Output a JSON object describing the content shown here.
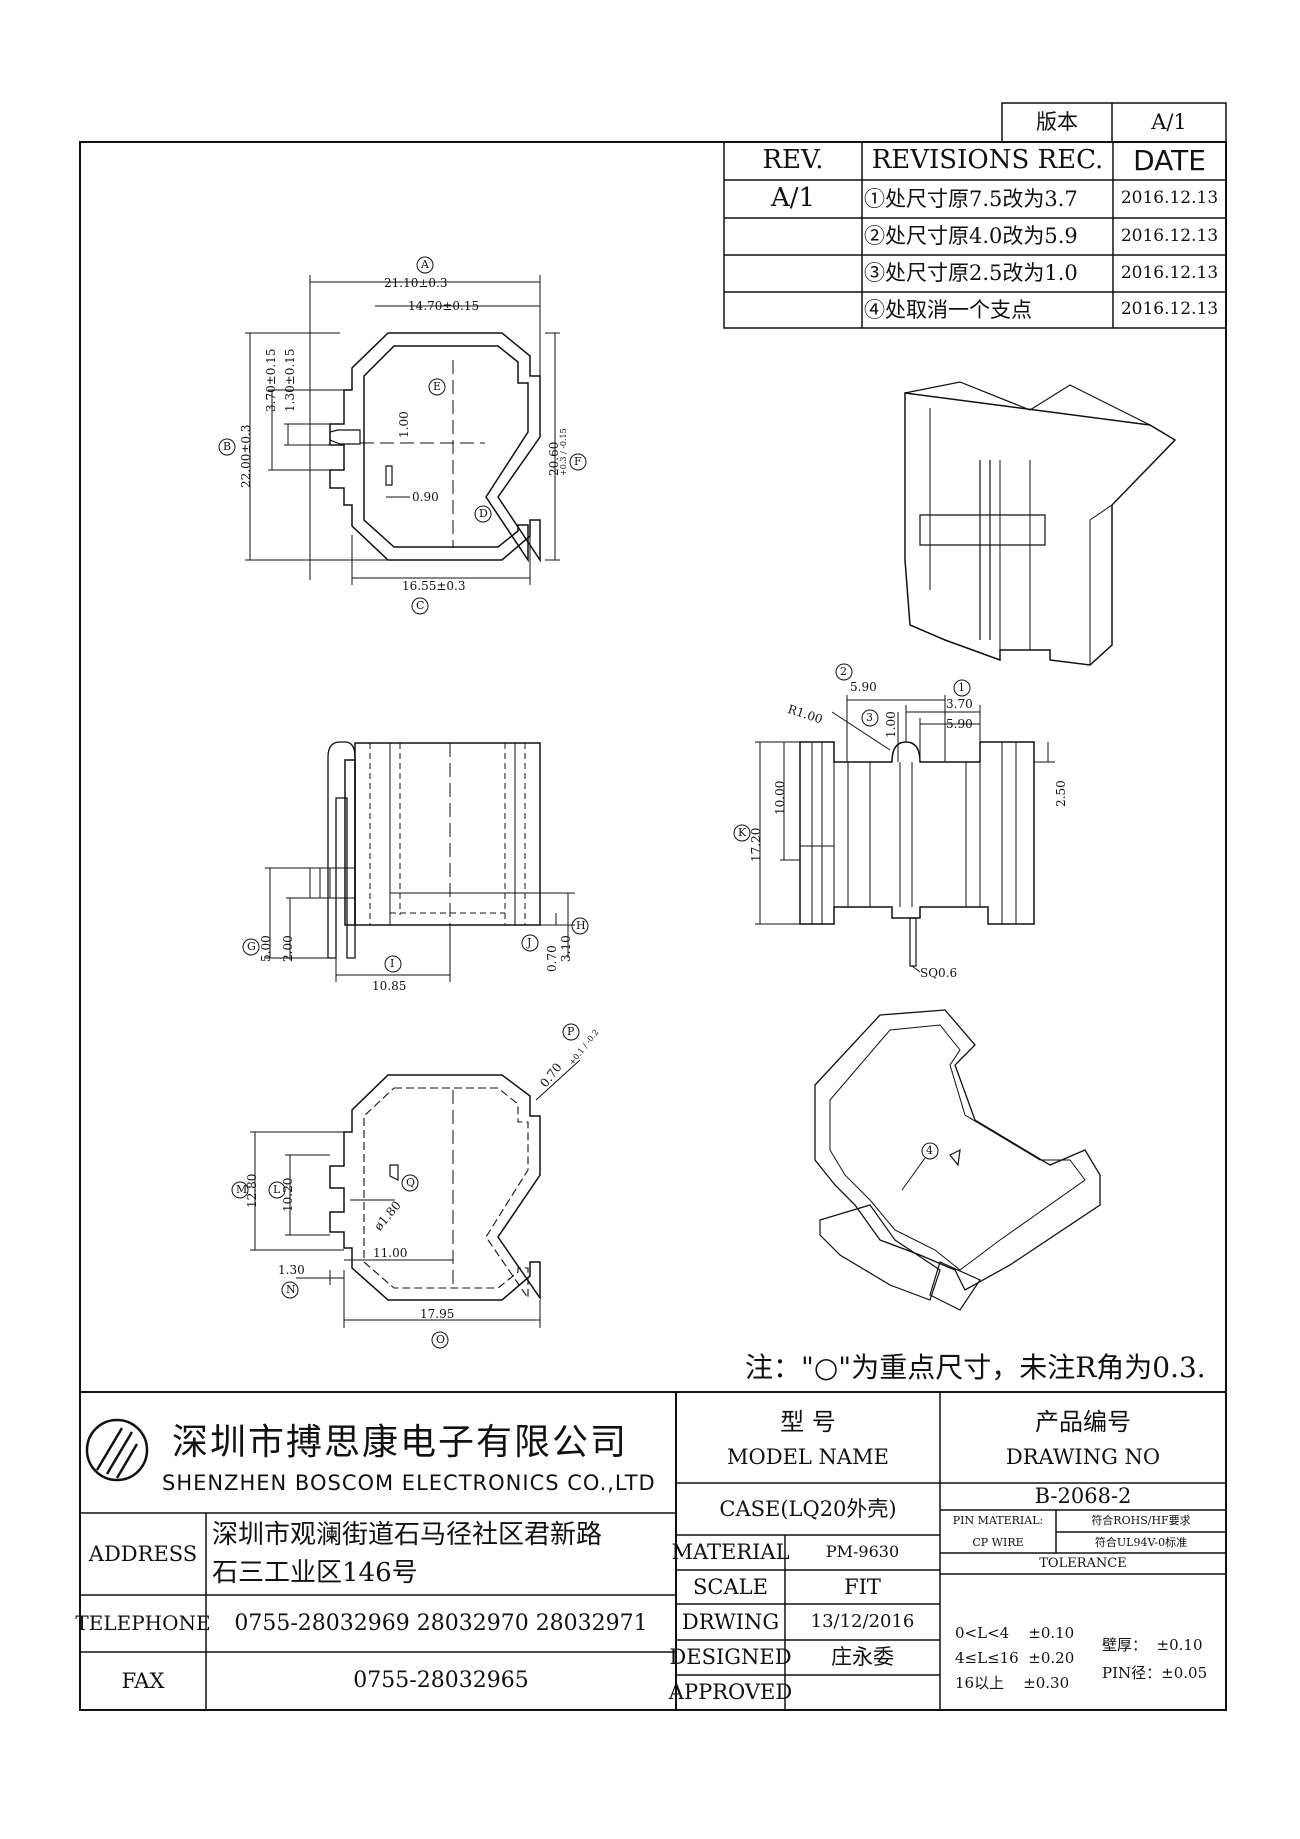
{
  "version_box": {
    "label": "版本",
    "value": "A/1"
  },
  "revisions": {
    "headers": {
      "rev": "REV.",
      "rec": "REVISIONS REC.",
      "date": "DATE"
    },
    "rev_value": "A/1",
    "rows": [
      {
        "rec": "①处尺寸原7.5改为3.7",
        "date": "2016.12.13"
      },
      {
        "rec": "②处尺寸原4.0改为5.9",
        "date": "2016.12.13"
      },
      {
        "rec": "③处尺寸原2.5改为1.0",
        "date": "2016.12.13"
      },
      {
        "rec": "④处取消一个支点",
        "date": "2016.12.13"
      }
    ]
  },
  "top_view": {
    "dims": {
      "d1": "21.10±0.3",
      "d2": "14.70±0.15",
      "d3": "16.55±0.3",
      "d4": "22.00±0.3",
      "d5": "3.70±0.15",
      "d6": "1.30±0.15",
      "d7": "1.00",
      "d8": "0.90",
      "d9": "20.60"
    },
    "tol_f": "+0.3 / -0.15",
    "markers": {
      "a": "A",
      "b": "B",
      "c": "C",
      "d": "D",
      "e": "E",
      "f": "F"
    }
  },
  "side_view": {
    "dims": {
      "d1": "5.00",
      "d2": "2.00",
      "d3": "10.85",
      "d4": "0.70",
      "d5": "3.10"
    },
    "markers": {
      "g": "G",
      "h": "H",
      "i": "I",
      "j": "J"
    }
  },
  "front_view": {
    "dims": {
      "d1": "5.90",
      "d2": "3.70",
      "d3": "5.90",
      "d4": "1.00",
      "d5": "R1.00",
      "d6": "10.00",
      "d7": "17.20",
      "d8": "2.50",
      "d9": "SQ0.6"
    },
    "markers": {
      "k": "K",
      "n1": "1",
      "n2": "2",
      "n3": "3"
    }
  },
  "bottom_view": {
    "dims": {
      "d1": "12.80",
      "d2": "10.20",
      "d3": "11.00",
      "d4": "17.95",
      "d5": "1.30",
      "d6": "ø1.80",
      "d7": "0.70"
    },
    "tol_p": "+0.1 / -0.2",
    "markers": {
      "l": "L",
      "m": "M",
      "n": "N",
      "o": "O",
      "p": "P",
      "q": "Q",
      "n4": "4"
    }
  },
  "note": "注：\"○\"为重点尺寸，未注R角为0.3.",
  "title_block": {
    "company_cn": "深圳市搏思康电子有限公司",
    "company_en": "SHENZHEN BOSCOM ELECTRONICS CO.,LTD",
    "address_label": "ADDRESS",
    "address_line1": "深圳市观澜街道石马径社区君新路",
    "address_line2": "石三工业区146号",
    "telephone_label": "TELEPHONE",
    "telephone_value": "0755-28032969 28032970 28032971",
    "fax_label": "FAX",
    "fax_value": "0755-28032965",
    "model_label_cn": "型    号",
    "model_label_en": "MODEL NAME",
    "model_value": "CASE(LQ20外壳)",
    "drawing_no_label_cn": "产品编号",
    "drawing_no_label_en": "DRAWING NO",
    "drawing_no_value": "B-2068-2",
    "material_label": "MATERIAL",
    "material_value": "PM-9630",
    "scale_label": "SCALE",
    "scale_value": "FIT",
    "drawing_label": "DRWING",
    "drawing_value": "13/12/2016",
    "designed_label": "DESIGNED",
    "designed_value": "庄永委",
    "approved_label": "APPROVED",
    "approved_value": "",
    "pin_material_label": "PIN MATERIAL:",
    "pin_material_value": "符合ROHS/HF要求",
    "cp_wire_label": "CP WIRE",
    "cp_wire_value": "符合UL94V-0标准",
    "tolerance_label": "TOLERANCE",
    "tol_rows": [
      "0<L<4    ±0.10",
      "4≤L≤16  ±0.20",
      "16以上    ±0.30"
    ],
    "wall_thickness": "壁厚：  ±0.10",
    "pin_diameter": "PIN径：±0.05"
  },
  "colors": {
    "ink": "#111111",
    "paper": "#ffffff"
  }
}
